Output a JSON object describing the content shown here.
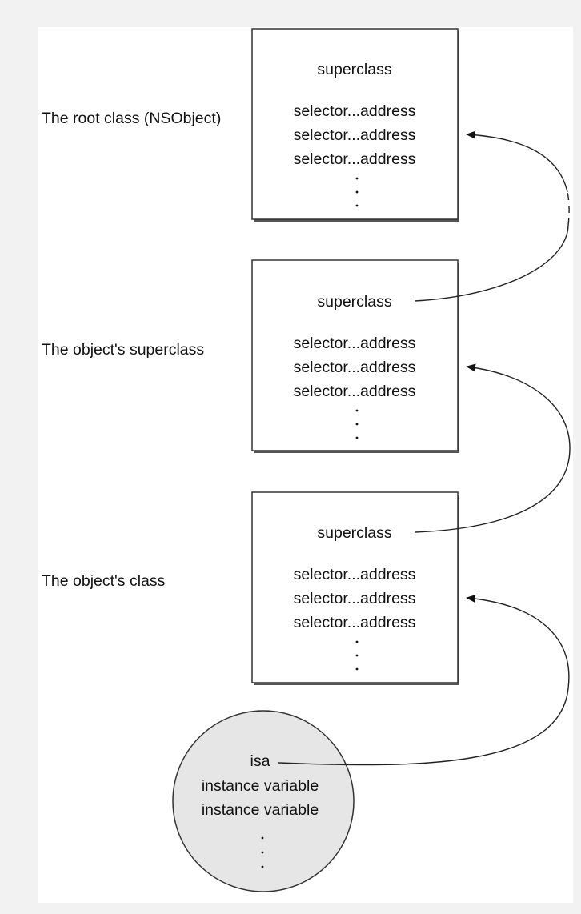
{
  "classes": [
    {
      "label": "The root class (NSObject)",
      "superclass": "superclass",
      "selectors": [
        "selector...address",
        "selector...address",
        "selector...address"
      ]
    },
    {
      "label": "The object's superclass",
      "superclass": "superclass",
      "selectors": [
        "selector...address",
        "selector...address",
        "selector...address"
      ]
    },
    {
      "label": "The object's class",
      "superclass": "superclass",
      "selectors": [
        "selector...address",
        "selector...address",
        "selector...address"
      ]
    }
  ],
  "instance": {
    "isa": "isa",
    "variables": [
      "instance variable",
      "instance variable"
    ]
  },
  "colors": {
    "page_background": "#f2f2f2",
    "diagram_background": "#ffffff",
    "box_border": "#333333",
    "box_shadow": "#555555",
    "instance_fill": "#e6e6e6",
    "line": "#222222"
  }
}
